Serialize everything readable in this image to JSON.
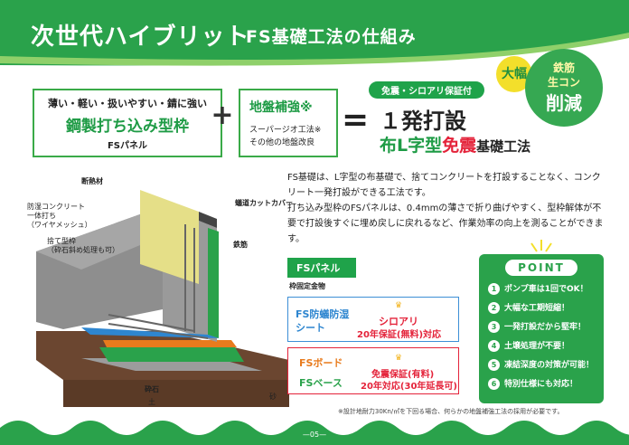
{
  "header": {
    "title_main": "次世代ハイブリット",
    "title_sub": "FS基礎工法の仕組み"
  },
  "equation": {
    "box1": {
      "line1": "薄い・軽い・扱いやすい・錆に強い",
      "line2": "鋼製打ち込み型枠",
      "line3": "FSパネル"
    },
    "plus": "+",
    "box2": {
      "line1": "地盤補強※",
      "line2": "スーパージオ工法※",
      "line3": "その他の地盤改良"
    },
    "equals": "=",
    "badge": "免震・シロアリ保証付",
    "result_line1": "１発打設",
    "result_line2_a": "布L字型",
    "result_line2_b": "免震",
    "result_line2_c": "基礎工法"
  },
  "promo": {
    "circle_small": "大幅",
    "circle_big_1": "鉄筋",
    "circle_big_2": "生コン",
    "circle_big_3": "削減"
  },
  "diagram_labels": {
    "insulation": "断熱材",
    "anti_concrete_1": "防湿コンクリート",
    "anti_concrete_2": "一体打ち",
    "anti_concrete_3": "（ワイヤメッシュ）",
    "termite_cover": "蟻道カットカバー",
    "rebar": "鉄筋",
    "formwork_1": "捨て型枠",
    "formwork_2": "（砕石斜め処理も可）",
    "fixing": "枠固定金物",
    "gravel": "砕石",
    "soil": "土",
    "sand": "砂"
  },
  "description": [
    "FS基礎は、L字型の布基礎で、捨てコンクリートを打設することなく、コンクリート一発打設ができる工法です。",
    "打ち込み型枠のFSパネルは、0.4mmの薄さで折り曲げやすく、型枠解体が不要で打設後すぐに埋め戻しに戻れるなど、作業効率の向上を測ることができます。"
  ],
  "callouts": {
    "panel_tag": "FSパネル",
    "blue_t1": "FS防蟻防湿",
    "blue_t2": "シート",
    "blue_r1": "シロアリ",
    "blue_r2": "20年保証(無料)対応",
    "red_t1": "FSボード",
    "red_t2": "FSベース",
    "red_r1": "免震保証(有料)",
    "red_r2": "20年対応(30年延長可)"
  },
  "points": {
    "title": "POINT",
    "items": [
      "ポンプ車は1回でOK！",
      "大幅な工期短縮！",
      "一発打設だから堅牢！",
      "土壌処理が不要！",
      "凍結深度の対策が可能！",
      "特別仕様にも対応！"
    ]
  },
  "footnote": "※設計地耐力30Kn/㎡を下回る場合、何らかの地盤補強工法の採用が必要です。",
  "page_number": "—05—",
  "colors": {
    "brand_green": "#2aa24b",
    "dark_green": "#1e9b45",
    "accent_red": "#e4233a",
    "accent_yellow": "#f3df2b",
    "accent_blue": "#2e86d0"
  }
}
